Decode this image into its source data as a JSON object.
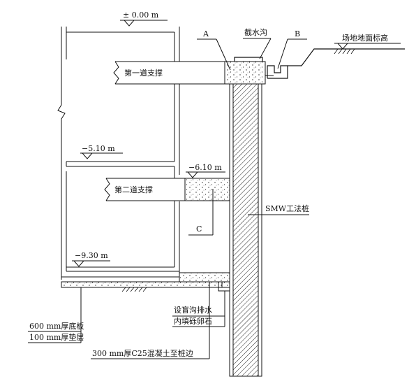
{
  "diagram": {
    "elevations": {
      "top": "± 0.00 m",
      "level_2": "−5.10 m",
      "level_3": "−6.10 m",
      "bottom": "−9.30 m"
    },
    "markers": {
      "a": "A",
      "b": "B",
      "c": "C"
    },
    "labels": {
      "cutoff_ditch": "截水沟",
      "site_ground": "场地地面标高",
      "first_strut": "第一道支撑",
      "second_strut": "第二道支撑",
      "smw_pile": "SMW工法桩",
      "drain_line1": "设盲沟排水",
      "drain_line2": "内填砾卵石",
      "base_slab": "600 mm厚底板",
      "cushion": "100 mm厚垫层",
      "concrete_edge": "300 mm厚C25混凝土至桩边"
    }
  }
}
